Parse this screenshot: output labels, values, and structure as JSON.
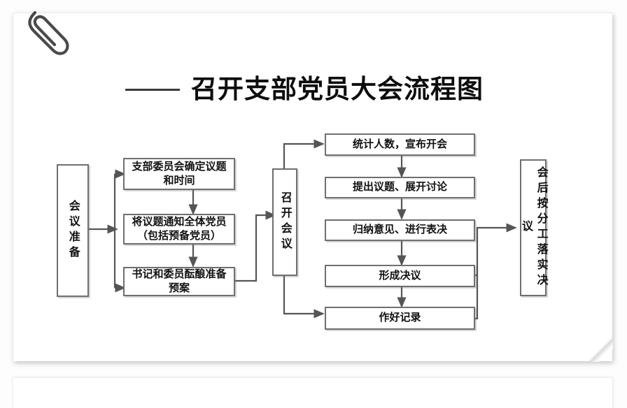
{
  "document": {
    "title": "召开支部党员大会流程图",
    "paper_clip": "paperclip-icon",
    "rule_color": "#3a3a3a",
    "paper_color": "#ffffff",
    "line_color": "#6f6f6f"
  },
  "flowchart": {
    "type": "flowchart",
    "orientation": "left-to-right",
    "stages": [
      {
        "id": "prep",
        "label": "会议准备",
        "orientation": "vertical",
        "column": 1
      },
      {
        "id": "prep-1",
        "label": "支部委员会确定议题和时间",
        "orientation": "horizontal",
        "column": 2
      },
      {
        "id": "prep-2",
        "label": "将议题通知全体党员（包括预备党员）",
        "orientation": "horizontal",
        "column": 2
      },
      {
        "id": "prep-3",
        "label": "书记和委员酝酿准备预案",
        "orientation": "horizontal",
        "column": 2
      },
      {
        "id": "meeting",
        "label": "召开会议",
        "orientation": "vertical",
        "column": 3
      },
      {
        "id": "step-1",
        "label": "统计人数，宣布开会",
        "orientation": "horizontal",
        "column": 4
      },
      {
        "id": "step-2",
        "label": "提出议题、展开讨论",
        "orientation": "horizontal",
        "column": 4
      },
      {
        "id": "step-3",
        "label": "归纳意见、进行表决",
        "orientation": "horizontal",
        "column": 4
      },
      {
        "id": "step-4",
        "label": "形成决议",
        "orientation": "horizontal",
        "column": 4
      },
      {
        "id": "step-5",
        "label": "作好记录",
        "orientation": "horizontal",
        "column": 4
      },
      {
        "id": "followup",
        "label": "会后按分工落实决议",
        "orientation": "vertical",
        "column": 5
      }
    ],
    "edges": [
      {
        "from": "prep",
        "to": "prep-1"
      },
      {
        "from": "prep",
        "to": "prep-3"
      },
      {
        "from": "prep-1",
        "to": "prep-2"
      },
      {
        "from": "prep-2",
        "to": "prep-3"
      },
      {
        "from": "prep-3",
        "to": "meeting"
      },
      {
        "from": "meeting",
        "to": "step-1"
      },
      {
        "from": "meeting",
        "to": "step-5"
      },
      {
        "from": "step-1",
        "to": "step-2"
      },
      {
        "from": "step-2",
        "to": "step-3"
      },
      {
        "from": "step-3",
        "to": "step-4"
      },
      {
        "from": "step-4",
        "to": "step-5"
      },
      {
        "from": "step-4",
        "to": "followup"
      },
      {
        "from": "step-5",
        "to": "followup"
      }
    ]
  }
}
